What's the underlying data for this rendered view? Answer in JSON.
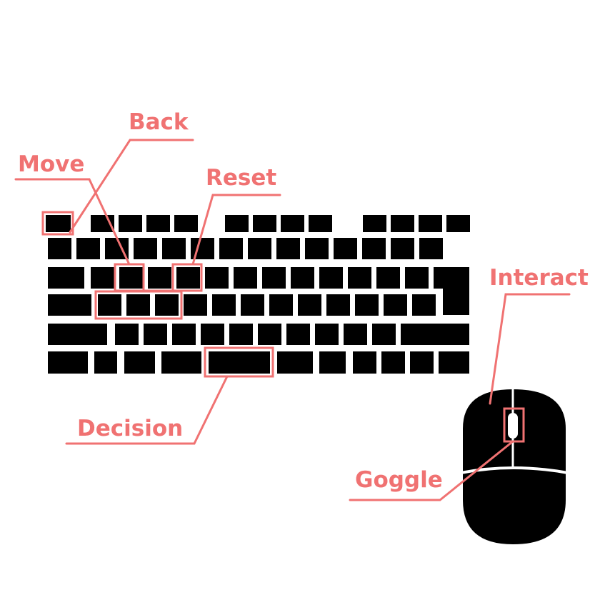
{
  "labels": {
    "back": "Back",
    "move": "Move",
    "reset": "Reset",
    "interact": "Interact",
    "decision": "Decision",
    "goggle": "Goggle"
  },
  "colors": {
    "key": "#000000",
    "annotation": "#f07272",
    "background": "#ffffff"
  },
  "icons": {
    "keyboard": "keyboard-icon",
    "mouse": "mouse-icon"
  }
}
